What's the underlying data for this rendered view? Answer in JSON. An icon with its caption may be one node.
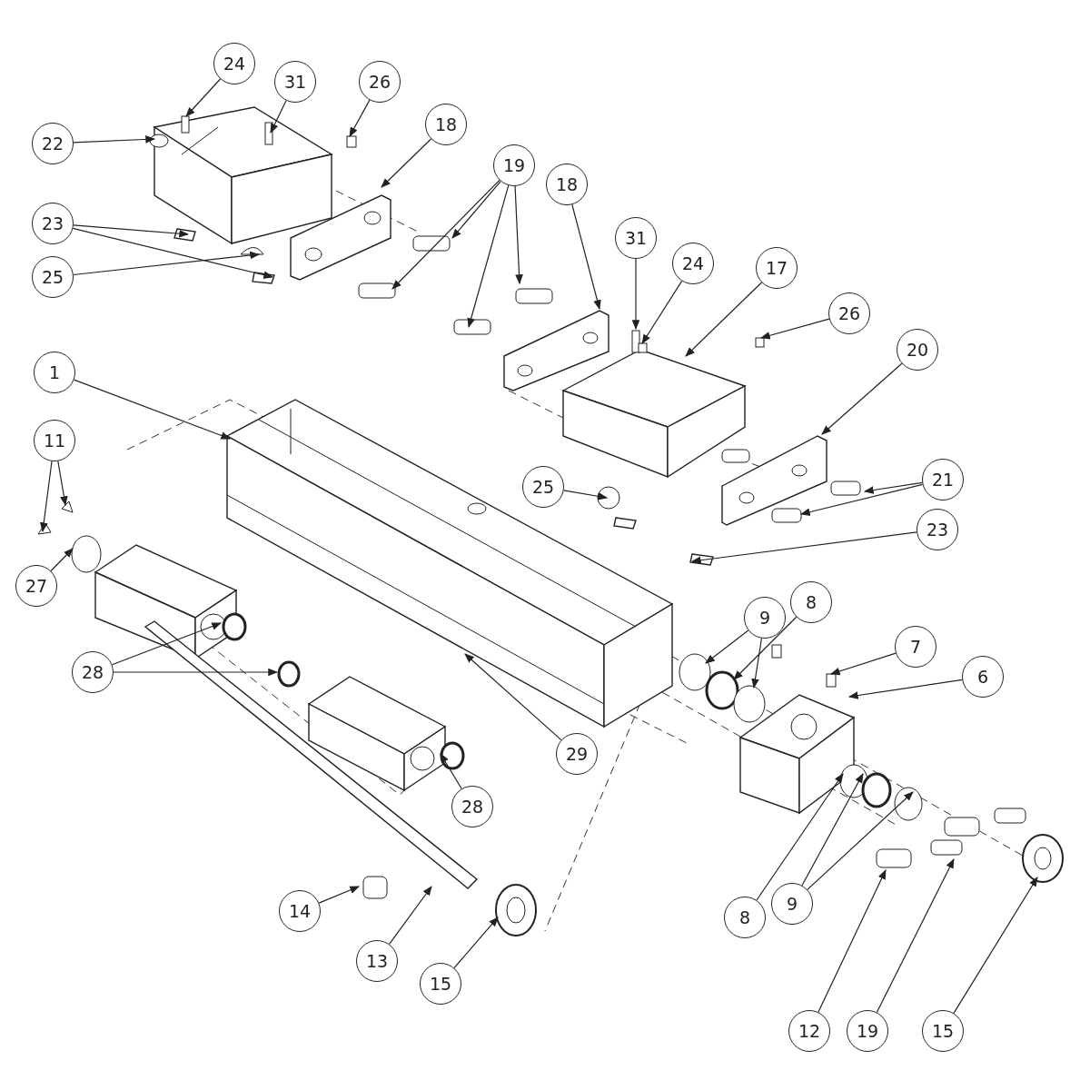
{
  "diagram": {
    "nodes": [
      {
        "text": [
          "24"
        ]
      },
      {
        "text": [
          "31"
        ]
      },
      {
        "text": [
          "26"
        ]
      },
      {
        "text": [
          "22"
        ]
      },
      {
        "text": [
          "18"
        ]
      },
      {
        "text": [
          "19"
        ]
      },
      {
        "text": [
          "23"
        ]
      },
      {
        "text": [
          "25"
        ]
      },
      {
        "text": [
          "18"
        ]
      },
      {
        "text": [
          "31"
        ]
      },
      {
        "text": [
          "24"
        ]
      },
      {
        "text": [
          "17"
        ]
      },
      {
        "text": [
          "26"
        ]
      },
      {
        "text": [
          "20"
        ]
      },
      {
        "text": [
          "1"
        ]
      },
      {
        "text": [
          "11"
        ]
      },
      {
        "text": [
          "25"
        ]
      },
      {
        "text": [
          "21"
        ]
      },
      {
        "text": [
          "27"
        ]
      },
      {
        "text": [
          "23"
        ]
      },
      {
        "text": [
          "9"
        ]
      },
      {
        "text": [
          "8"
        ]
      },
      {
        "text": [
          "7"
        ]
      },
      {
        "text": [
          "6"
        ]
      },
      {
        "text": [
          "28"
        ]
      },
      {
        "text": [
          "29"
        ]
      },
      {
        "text": [
          "28"
        ]
      },
      {
        "text": [
          "14"
        ]
      },
      {
        "text": [
          "13"
        ]
      },
      {
        "text": [
          "15"
        ]
      },
      {
        "text": [
          "8"
        ]
      },
      {
        "text": [
          "9"
        ]
      },
      {
        "text": [
          "12"
        ]
      },
      {
        "text": [
          "19"
        ]
      },
      {
        "text": [
          "15"
        ]
      }
    ],
    "edges": [
      {
        "from": 0,
        "to": null,
        "arrow": "to"
      },
      {
        "from": 1,
        "to": null,
        "arrow": "to"
      },
      {
        "from": 2,
        "to": null,
        "arrow": "to"
      },
      {
        "from": 3,
        "to": null,
        "arrow": "to"
      },
      {
        "from": 4,
        "to": null,
        "arrow": "to"
      },
      {
        "from": 5,
        "to": null,
        "arrow": "to"
      },
      {
        "from": 5,
        "to": null,
        "arrow": "to"
      },
      {
        "from": 5,
        "to": null,
        "arrow": "to"
      },
      {
        "from": 5,
        "to": null,
        "arrow": "to"
      },
      {
        "from": 6,
        "to": null,
        "arrow": "to"
      },
      {
        "from": 6,
        "to": null,
        "arrow": "to"
      },
      {
        "from": 7,
        "to": null,
        "arrow": "to"
      },
      {
        "from": 8,
        "to": null,
        "arrow": "to"
      },
      {
        "from": 9,
        "to": null,
        "arrow": "to"
      },
      {
        "from": 10,
        "to": null,
        "arrow": "to"
      },
      {
        "from": 11,
        "to": null,
        "arrow": "to"
      },
      {
        "from": 12,
        "to": null,
        "arrow": "to"
      },
      {
        "from": 13,
        "to": null,
        "arrow": "to"
      },
      {
        "from": 14,
        "to": null,
        "arrow": "to"
      },
      {
        "from": 15,
        "to": null,
        "arrow": "to"
      },
      {
        "from": 15,
        "to": null,
        "arrow": "to"
      },
      {
        "from": 16,
        "to": null,
        "arrow": "to"
      },
      {
        "from": 17,
        "to": null,
        "arrow": "to"
      },
      {
        "from": 17,
        "to": null,
        "arrow": "to"
      },
      {
        "from": 18,
        "to": null,
        "arrow": "to"
      },
      {
        "from": 19,
        "to": null,
        "arrow": "to"
      },
      {
        "from": 20,
        "to": null,
        "arrow": "to"
      },
      {
        "from": 20,
        "to": null,
        "arrow": "to"
      },
      {
        "from": 21,
        "to": null,
        "arrow": "to"
      },
      {
        "from": 22,
        "to": null,
        "arrow": "to"
      },
      {
        "from": 23,
        "to": null,
        "arrow": "to"
      },
      {
        "from": 24,
        "to": null,
        "arrow": "to"
      },
      {
        "from": 24,
        "to": null,
        "arrow": "to"
      },
      {
        "from": 25,
        "to": null,
        "arrow": "to"
      },
      {
        "from": 26,
        "to": null,
        "arrow": "to"
      },
      {
        "from": 27,
        "to": null,
        "arrow": "to"
      },
      {
        "from": 28,
        "to": null,
        "arrow": "to"
      },
      {
        "from": 29,
        "to": null,
        "arrow": "to"
      },
      {
        "from": 30,
        "to": null,
        "arrow": "to"
      },
      {
        "from": 31,
        "to": null,
        "arrow": "to"
      },
      {
        "from": 31,
        "to": null,
        "arrow": "to"
      },
      {
        "from": 32,
        "to": null,
        "arrow": "to"
      },
      {
        "from": 33,
        "to": null,
        "arrow": "to"
      },
      {
        "from": 34,
        "to": null,
        "arrow": "to"
      }
    ]
  }
}
